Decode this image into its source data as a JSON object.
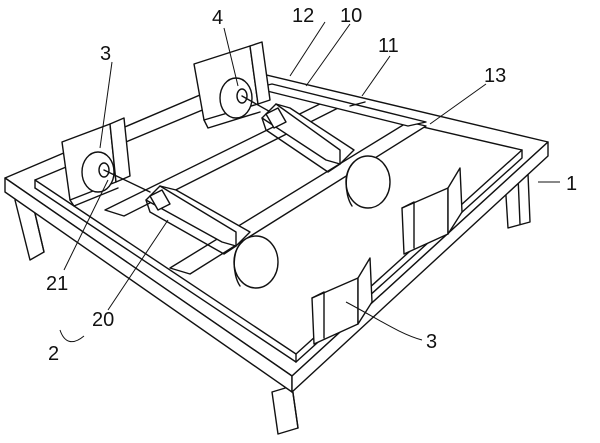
{
  "figure": {
    "labels": {
      "l1": "1",
      "l2": "2",
      "l3_top": "3",
      "l3_bottom": "3",
      "l4": "4",
      "l10": "10",
      "l11": "11",
      "l12": "12",
      "l13": "13",
      "l20": "20",
      "l21": "21"
    }
  }
}
